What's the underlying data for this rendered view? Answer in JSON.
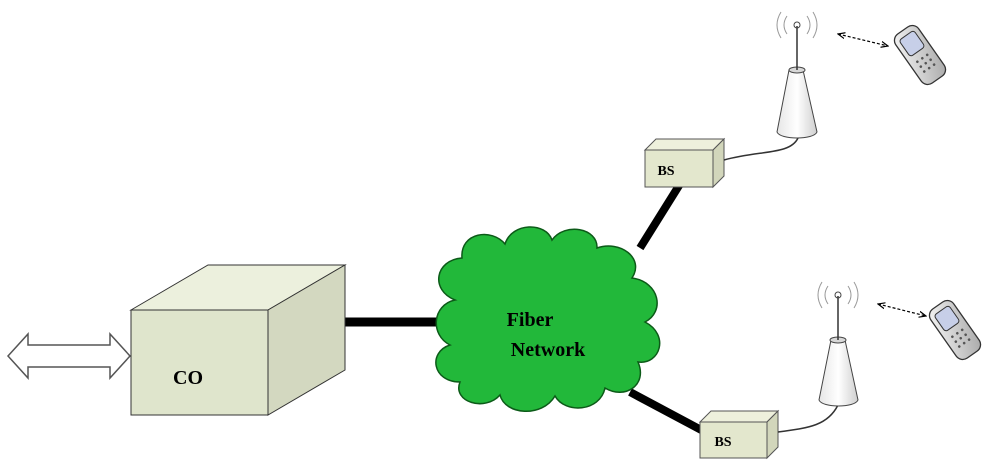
{
  "diagram": {
    "central_office": {
      "label": "CO"
    },
    "cloud": {
      "line1": "Fiber",
      "line2": "Network"
    },
    "base_stations": [
      {
        "label": "BS"
      },
      {
        "label": "BS"
      }
    ]
  }
}
